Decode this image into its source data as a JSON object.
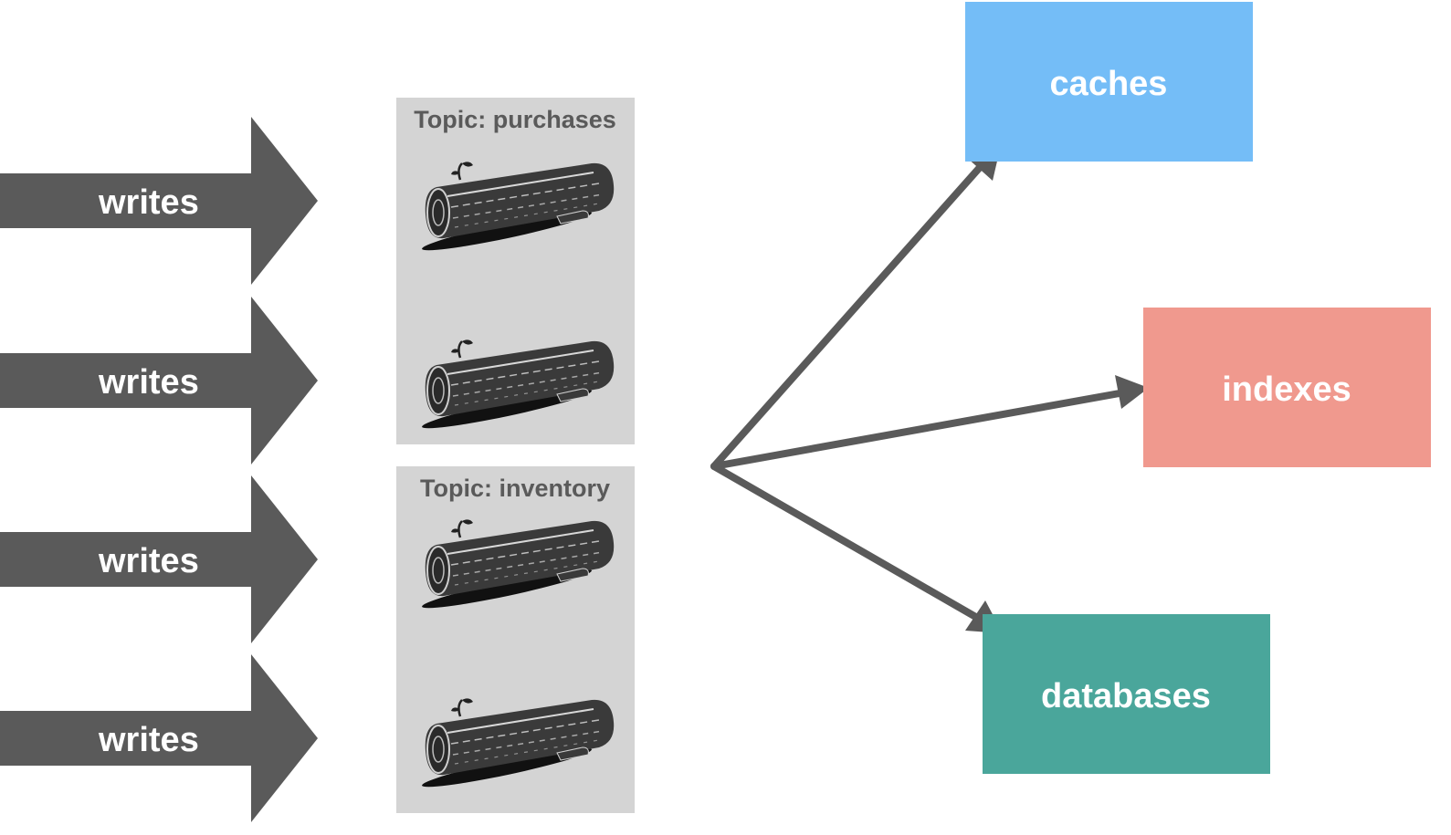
{
  "writers": [
    {
      "label": "writes"
    },
    {
      "label": "writes"
    },
    {
      "label": "writes"
    },
    {
      "label": "writes"
    }
  ],
  "topics": [
    {
      "title": "Topic: purchases",
      "log_icons": [
        "log-icon",
        "log-icon"
      ]
    },
    {
      "title": "Topic: inventory",
      "log_icons": [
        "log-icon",
        "log-icon"
      ]
    }
  ],
  "destinations": [
    {
      "label": "caches",
      "color": "#74bdf7"
    },
    {
      "label": "indexes",
      "color": "#f0998e"
    },
    {
      "label": "databases",
      "color": "#4aa69b"
    }
  ],
  "colors": {
    "arrow": "#5a5a5a",
    "topic_panel": "#d4d4d4",
    "topic_title": "#5a5a5a"
  }
}
